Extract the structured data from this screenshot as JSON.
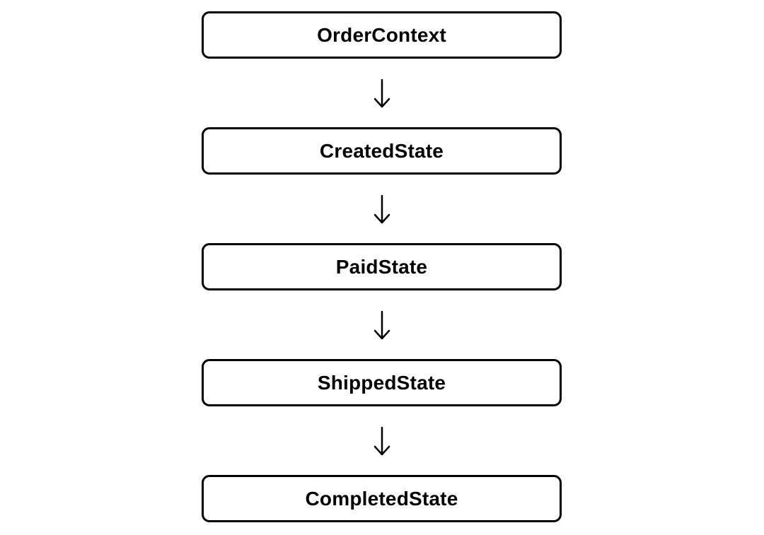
{
  "diagram": {
    "nodes": [
      {
        "label": "OrderContext"
      },
      {
        "label": "CreatedState"
      },
      {
        "label": "PaidState"
      },
      {
        "label": "ShippedState"
      },
      {
        "label": "CompletedState"
      }
    ],
    "edges": [
      {
        "from": "OrderContext",
        "to": "CreatedState",
        "icon": "arrow-down-icon"
      },
      {
        "from": "CreatedState",
        "to": "PaidState",
        "icon": "arrow-down-icon"
      },
      {
        "from": "PaidState",
        "to": "ShippedState",
        "icon": "arrow-down-icon"
      },
      {
        "from": "ShippedState",
        "to": "CompletedState",
        "icon": "arrow-down-icon"
      }
    ],
    "colors": {
      "stroke": "#000000",
      "background": "#ffffff"
    }
  }
}
